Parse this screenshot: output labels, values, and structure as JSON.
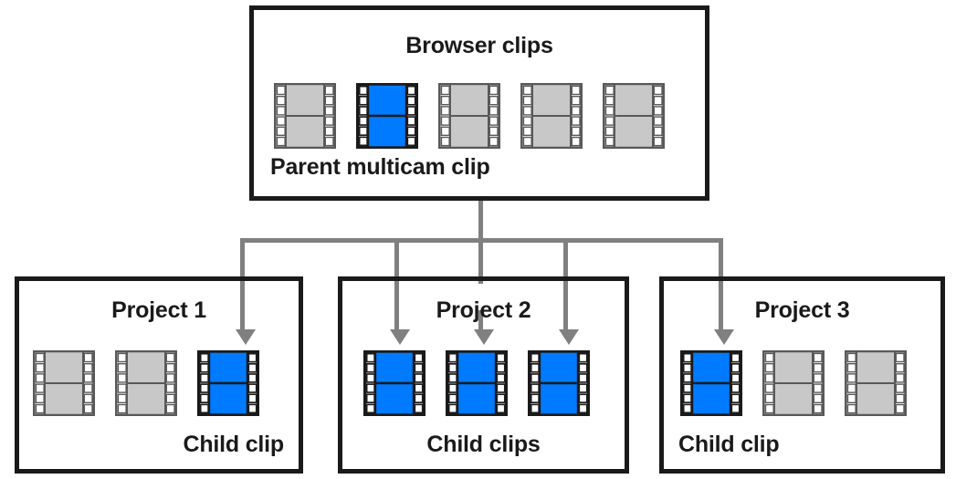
{
  "diagram": {
    "title_semantic": "multicam-parent-child-clip-relationship",
    "accent_blue": "#007AFF",
    "clip_gray": "#C8C8C8",
    "clip_border_gray": "#595959",
    "clip_border_black": "#1a1a1a",
    "line_gray": "#808080",
    "box_border": "#1a1a1a"
  },
  "browser": {
    "title": "Browser clips",
    "sublabel": "Parent multicam clip",
    "clips": [
      {
        "state": "normal"
      },
      {
        "state": "selected"
      },
      {
        "state": "normal"
      },
      {
        "state": "normal"
      },
      {
        "state": "normal"
      }
    ]
  },
  "projects": [
    {
      "title": "Project 1",
      "sublabel": "Child clip",
      "clips": [
        {
          "state": "normal"
        },
        {
          "state": "normal"
        },
        {
          "state": "selected"
        }
      ]
    },
    {
      "title": "Project 2",
      "sublabel": "Child clips",
      "clips": [
        {
          "state": "selected"
        },
        {
          "state": "selected"
        },
        {
          "state": "selected"
        }
      ]
    },
    {
      "title": "Project 3",
      "sublabel": "Child clip",
      "clips": [
        {
          "state": "selected"
        },
        {
          "state": "normal"
        },
        {
          "state": "normal"
        }
      ]
    }
  ],
  "connectors": {
    "trunk_label": "parent-to-children-trunk",
    "arrow_count": 5
  }
}
